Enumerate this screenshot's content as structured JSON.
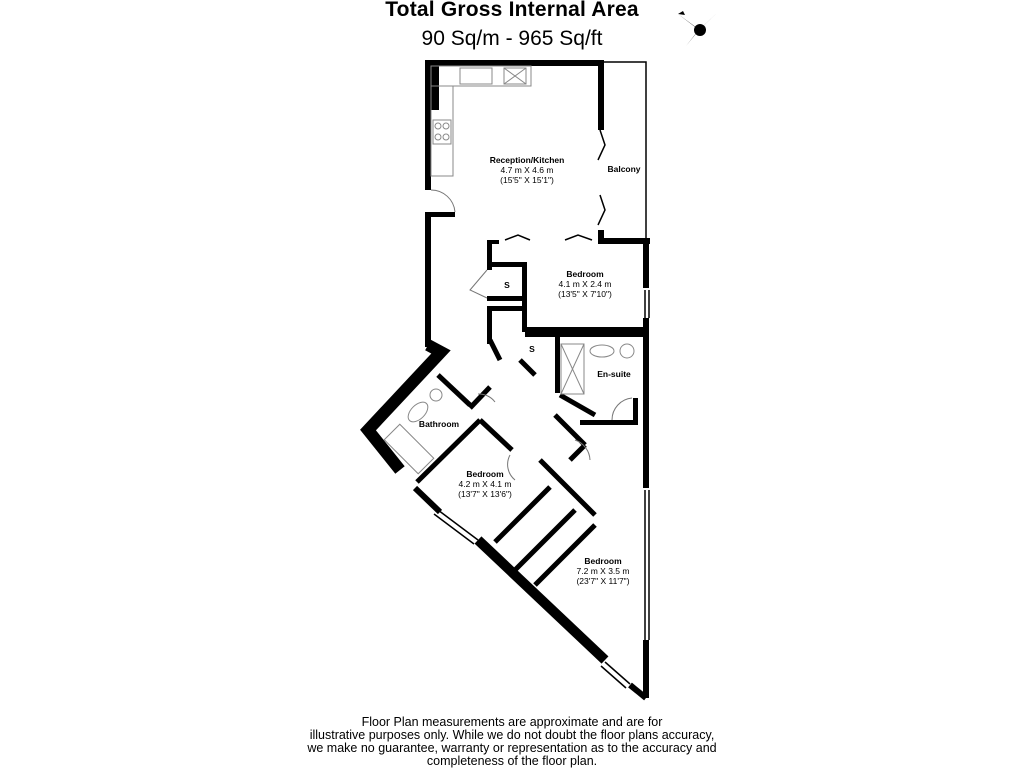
{
  "header": {
    "title": "Total Gross Internal Area",
    "area": "90 Sq/m - 965 Sq/ft"
  },
  "compass": {
    "icon": "compass-north-arrow-icon"
  },
  "rooms": [
    {
      "name": "Reception/Kitchen",
      "metric": "4.7 m X 4.6 m",
      "imperial": "(15'5\" X 15'1\")"
    },
    {
      "name": "Balcony"
    },
    {
      "name": "Bedroom",
      "metric": "4.1 m X 2.4 m",
      "imperial": "(13'5\" X 7'10\")"
    },
    {
      "name": "S"
    },
    {
      "name": "S"
    },
    {
      "name": "En-suite"
    },
    {
      "name": "Bathroom"
    },
    {
      "name": "Bedroom",
      "metric": "4.2 m X 4.1 m",
      "imperial": "(13'7\" X 13'6\")"
    },
    {
      "name": "Bedroom",
      "metric": "7.2 m X 3.5 m",
      "imperial": "(23'7\" X 11'7\")"
    }
  ],
  "disclaimer": {
    "lines": [
      "Floor Plan measurements are approximate and are for",
      "illustrative purposes only.  While we do not doubt the floor plans accuracy,",
      "we make no guarantee, warranty or representation as to the accuracy and",
      "completeness of the floor plan."
    ]
  },
  "colors": {
    "wall": "#000000",
    "fixture": "#999999",
    "background": "#ffffff"
  }
}
